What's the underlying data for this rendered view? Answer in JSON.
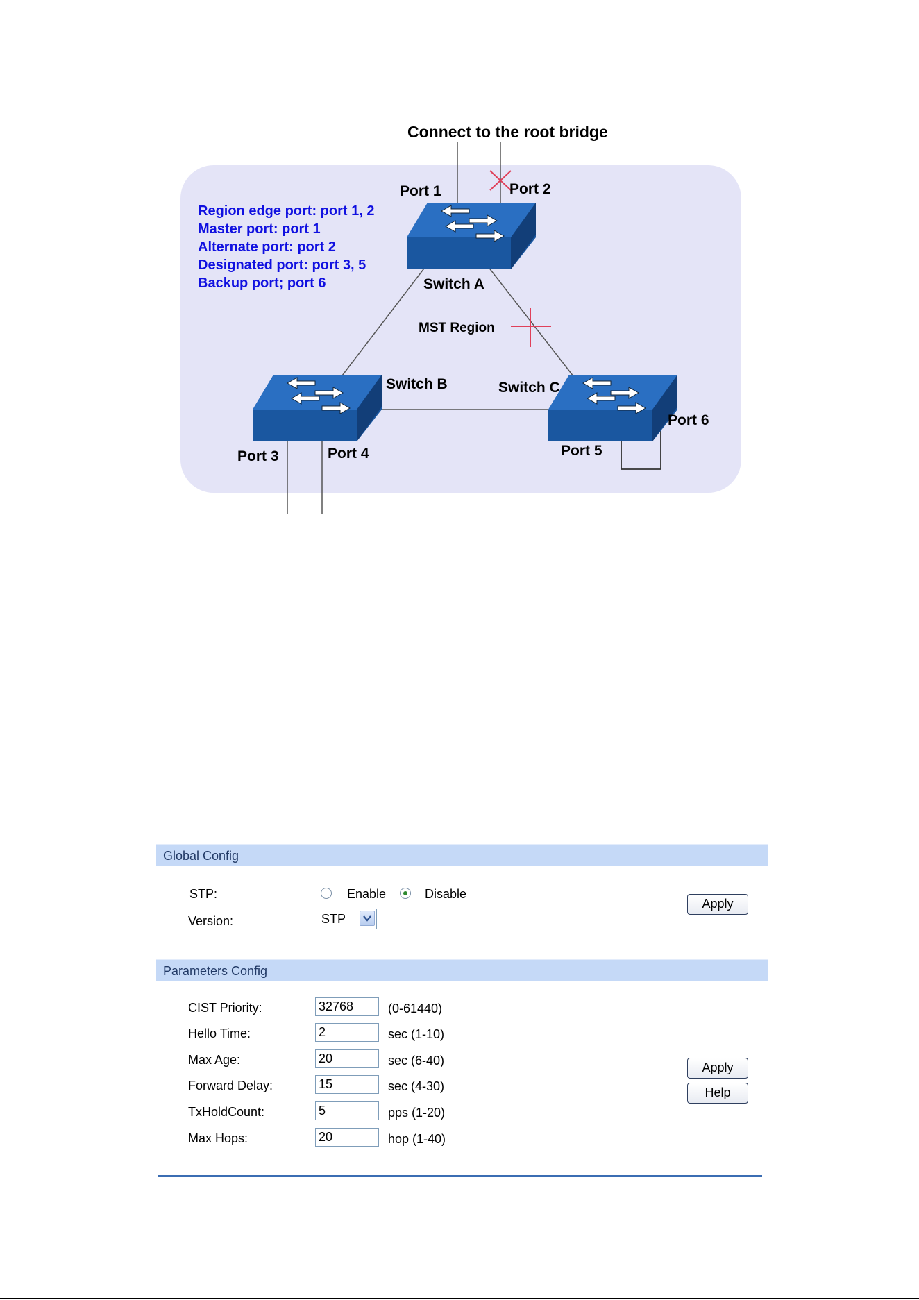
{
  "diagram": {
    "top_label": "Connect to the root bridge",
    "legend": [
      "Region edge port: port 1, 2",
      "Master port: port 1",
      "Alternate port: port 2",
      "Designated port: port 3, 5",
      "Backup port; port 6"
    ],
    "region_label": "MST Region",
    "switches": {
      "a": "Switch A",
      "b": "Switch B",
      "c": "Switch C"
    },
    "ports": {
      "p1": "Port 1",
      "p2": "Port 2",
      "p3": "Port 3",
      "p4": "Port 4",
      "p5": "Port 5",
      "p6": "Port 6"
    },
    "colors": {
      "region_fill": "#e4e4f7",
      "legend_text": "#1010e0",
      "switch_blue": "#1f5fa8",
      "block_mark": "#e0405a"
    }
  },
  "global_config": {
    "title": "Global Config",
    "stp_label": "STP:",
    "enable_label": "Enable",
    "disable_label": "Disable",
    "stp_selected": "Disable",
    "version_label": "Version:",
    "version_value": "STP",
    "apply_label": "Apply"
  },
  "parameters_config": {
    "title": "Parameters Config",
    "rows": [
      {
        "label": "CIST Priority:",
        "value": "32768",
        "hint": "(0-61440)"
      },
      {
        "label": "Hello Time:",
        "value": "2",
        "hint": "sec (1-10)"
      },
      {
        "label": "Max Age:",
        "value": "20",
        "hint": "sec (6-40)"
      },
      {
        "label": "Forward Delay:",
        "value": "15",
        "hint": "sec (4-30)"
      },
      {
        "label": "TxHoldCount:",
        "value": "5",
        "hint": "pps (1-20)"
      },
      {
        "label": "Max Hops:",
        "value": "20",
        "hint": "hop (1-40)"
      }
    ],
    "apply_label": "Apply",
    "help_label": "Help"
  },
  "colors": {
    "section_bar": "#c5d9f7",
    "rule": "#3b6db3"
  }
}
